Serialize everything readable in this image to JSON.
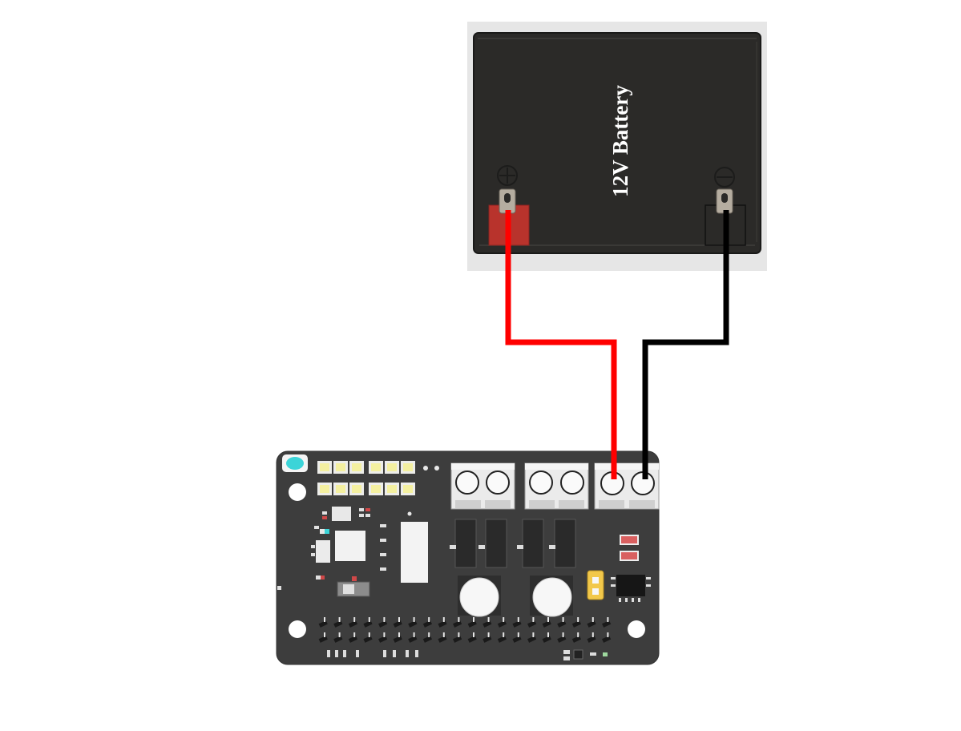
{
  "battery": {
    "label": "12V Battery",
    "case_color": "#2b2a28",
    "positive_terminal_color": "#b8332c"
  },
  "wires": {
    "positive_color": "#ff0000",
    "negative_color": "#000000"
  },
  "board": {
    "pcb_color": "#3d3d3d",
    "terminal_blocks": 3,
    "gpio_columns": 20,
    "gpio_rows": 2
  }
}
